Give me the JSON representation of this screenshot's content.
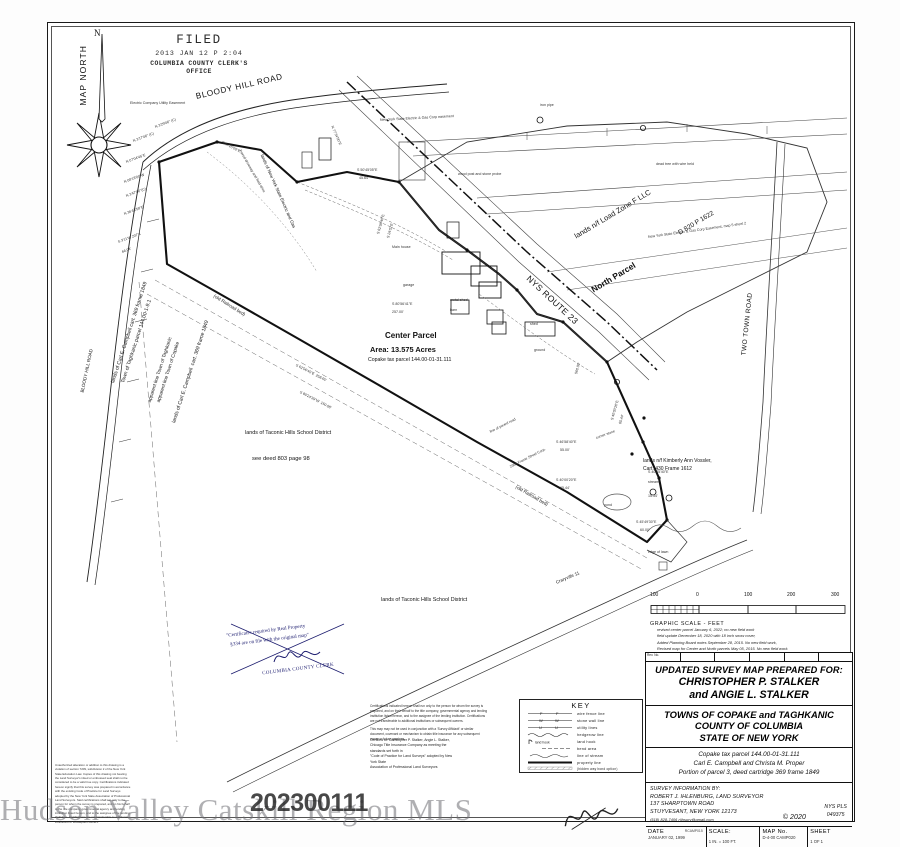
{
  "document": {
    "type": "land-survey-map",
    "watermark": "Hudson Valley Catskill Region MLS",
    "stamp_number": "202300111"
  },
  "compass": {
    "label": "MAP NORTH",
    "north_glyph": "N"
  },
  "filed_stamp": {
    "line1": "FILED",
    "line2": "2013 JAN 12  P 2:04",
    "line3": "COLUMBIA COUNTY\nCLERK'S OFFICE"
  },
  "parcels": {
    "center": {
      "name": "Center Parcel",
      "area": "Area: 13.575 Acres",
      "tax_parcel": "Copake tax parcel 144.00-01-31.111"
    },
    "north": {
      "owner": "lands n/f Load Zone F LLC",
      "name": "North Parcel",
      "deed": "D 820 P 1622"
    },
    "school": {
      "label": "lands of Taconic Hills School District",
      "deed": "see deed 803 page 98",
      "label2": "lands of Taconic Hills School District"
    },
    "vossler": {
      "owner": "lands n/f Kimberly Ann Vossler,",
      "deed": "Cart. 430 Frame 1612"
    },
    "campbell_north": {
      "line1": "lands of Carl E. Campbell cart. 369 frame 1849",
      "line2": "Town of Taghkanic parcel 144.00-1-9.1"
    },
    "campbell_south": {
      "line1": "lands of Carl E. Campbell  cart. 369 frame 1849"
    },
    "townline": {
      "line1": "apparent line Town of Taghkanic",
      "line2": "apparent line Town of Copake"
    }
  },
  "roads": {
    "bloody_hill": "BLOODY HILL ROAD",
    "nys_route_23": "NYS ROUTE 23",
    "two_town": "TWO TOWN ROAD",
    "craryville": "Craryville 11",
    "old_rr": "(old Railroad bed)",
    "old_rr2": "(old Railroad bed)",
    "hill_road_left": "BLOODY HILL ROAD"
  },
  "annotations": {
    "utility_easement": "Electric Company Utility Easement",
    "nyseg": "lands of New York State Electric and Gas",
    "main_house": "Main house",
    "metal_shed": "metal shed",
    "garage": "garage",
    "shed": "shed",
    "barn": "barn",
    "pond": "pond",
    "ground": "ground",
    "stream": "stream",
    "wood_stone_probe": "wood post and stone probe",
    "iron_pipe": "iron pipe",
    "iron_pin": "iron pin",
    "dead_tree": "dead tree with wire held",
    "nys_easement": "New York State Electric & Gas Corp easement",
    "nys_easement2": "New York State Electric & Gas Corp Easement, map 5 sheet 2",
    "paved_drive": "Paved driveway and field drive",
    "paved_drive2": "line of paved road",
    "sharp_turn": "2369 Frame Street Corp.",
    "rights": "rights of way and agreement",
    "corner_stone": "corner stone",
    "edge_lawn": "edge of lawn"
  },
  "bearings": [
    "N 3'29'06\" (C)",
    "N 3'17'06\" (C)",
    "N 07'04'45\"E",
    "N 08'18'00\"W",
    "N 3'47'06\"(C)",
    "N 36'43'58\"E",
    "S 3'11'W 207'A",
    "66.04'",
    "S 46'25'00\"E",
    "S 50'45'05\"E",
    "45.64'",
    "N 77'34'00\"E",
    "S 62'56'40\"E",
    "S 24'02'E",
    "S 80'56'41\"E",
    "257.00'",
    "S 62'56'45\"E  258.65'",
    "S 80'24'39\"W  160.08'",
    "S 46'58'40\"E",
    "55.00'",
    "S 40'00'20\"E",
    "65.44'",
    "S 40'00'20\"E",
    "65.44'",
    "S 40'45'40\"E",
    "15.34'",
    "S 45'49'30\"E",
    "60.00'",
    "560.00'"
  ],
  "graphic_scale": {
    "caption": "GRAPHIC SCALE - FEET",
    "ticks": [
      "100",
      "0",
      "100",
      "200",
      "300"
    ]
  },
  "revision_notes": [
    "revised center parcel January 6, 2022; no new field work",
    "field update December 18, 2020 with 18 inch snow cover,",
    "Added Planning Board notes September 28, 2015.  No new field work,",
    "Revised map for Center and North parcels May 05, 2015.  No new field work."
  ],
  "revision_header": [
    "Rev. No.",
    "",
    "",
    "",
    "",
    ""
  ],
  "title_block": {
    "prepared_for_label": "UPDATED SURVEY MAP PREPARED FOR:",
    "client_line1": "CHRISTOPHER P. STALKER",
    "client_line2": "and ANGIE L. STALKER",
    "town_line1": "TOWNS OF COPAKE and TAGHKANIC",
    "town_line2": "COUNTY OF COLUMBIA",
    "town_line3": "STATE OF NEW YORK",
    "parcel_line1": "Copake tax parcel 144.00-01-31.111",
    "parcel_line2": "Carl E. Campbell and Christa M. Proper",
    "parcel_line3": "Portion of parcel 3, deed cartridge 369 frame 1849",
    "survey_info_label": "SURVEY INFORMATION BY:",
    "surveyor_name": "ROBERT J. IHLENBURG, LAND SURVEYOR",
    "surveyor_address": "137 SHARPTOWN ROAD",
    "surveyor_city": "STUYVESANT, NEW YORK   12173",
    "surveyor_phone": "(518) 828-7406    rjihsurv@gmail.com",
    "copyright": "© 2020",
    "license_line1": "NYS  PLS",
    "license_line2": "049375",
    "date_label": "DATE",
    "date_value": "JANUARY 02, 1999",
    "date_extra": "RCAMP015",
    "scale_label": "SCALE:",
    "scale_value": "1 IN. = 100 FT.",
    "mapno_label": "MAP No.",
    "mapno_value": "D-4-00\nCAMP020",
    "sheet_label": "SHEET",
    "sheet_value": "1 OF 1"
  },
  "key": {
    "title": "KEY",
    "items": [
      {
        "symbol": "wire-fence",
        "label": "wire fence line"
      },
      {
        "symbol": "stone-wall",
        "label": "stone wall line"
      },
      {
        "symbol": "utility",
        "label": "utility lines"
      },
      {
        "symbol": "hedgerow",
        "label": "hedgerow line"
      },
      {
        "symbol": "land-hook",
        "label": "land hook"
      },
      {
        "symbol": "bend-area",
        "label": "bend area"
      },
      {
        "symbol": "stream",
        "label": "line of stream"
      },
      {
        "symbol": "property",
        "label": "property line"
      },
      {
        "symbol": "bond-option",
        "label": "(hidden way bond option)"
      }
    ]
  },
  "certification": {
    "para1": "Certifications indicated hereon shall run only to the person for whom the survey is prepared, and on their behalf to the title company, governmental agency and lending institution listed hereon, and to the assignee of the lending institution.  Certifications are not transferable to additional institutions or subsequent owners.",
    "para2": "This map may not be used in conjunction with a 'Survey Affidavit' or similar document, covenant or mechanism to obtain title insurance for any subsequent owner or future grantees.",
    "certified_to_1": "Certified to: Christopher P. Stalker, Angie L. Stalker,",
    "certified_to_2": "Chicago Title Insurance Company as meeting the",
    "certified_to_3": "standards set forth in",
    "certified_to_4": "\"Code of Practice for Land Surveys\" adopted by New",
    "certified_to_5": "York State",
    "certified_to_6": "Association of Professional Land Surveyors"
  },
  "clerk_certificate": {
    "line1": "\"Certificates required by Real Property",
    "line2": "§334 are on file with the original map\"",
    "office": "COLUMBIA COUNTY CLERK"
  },
  "unauthorized_note": {
    "line1": "Unauthorized alteration or addition to this drawing is a",
    "line2": "violation of section 7209, subdivision 2 of the New York",
    "line3": "State Education Law.  Copies of this drawing not bearing",
    "line4": "the Land Surveyor's inked or embossed seal shall not be",
    "line5": "considered to be a valid true copy.  Certifications indicated",
    "line6": "hereon signify that this survey was prepared in accordance",
    "line7": "with the existing Code of Practice for Land Surveys",
    "line8": "adopted by the New York State Association of Professional",
    "line9": "Land Surveyors.  Said certifications shall run only to the",
    "line10": "person for whom the survey is prepared, and on his behalf",
    "line11": "to the title company, governmental agency and lending",
    "line12": "institution listed hereon, and to the assignee of the lending",
    "line13": "institution.  Certifications are not transferable to additional",
    "line14": "institutions or subsequent owners."
  },
  "colors": {
    "ink": "#111111",
    "paper": "#ffffff",
    "clerk_ink": "#1b1b6e",
    "watermark": "rgba(110,110,115,0.55)"
  }
}
